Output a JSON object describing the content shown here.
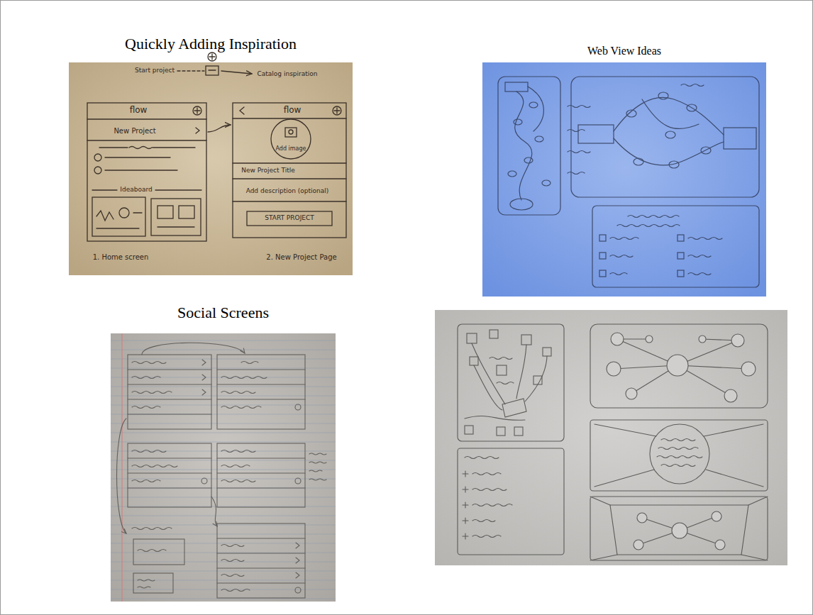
{
  "diagram": {
    "nodes": [
      {
        "text": [
          "Quickly Adding Inspiration"
        ]
      },
      {
        "text": [
          "Web View Ideas"
        ]
      },
      {
        "text": [
          "Social Screens"
        ]
      }
    ],
    "labels": [
      "Start project",
      "Catalog inspiration",
      "flow",
      "New Project",
      "Ideaboard",
      "1. Home screen",
      "flow",
      "Add image",
      "New Project Title",
      "Add description (optional)",
      "START PROJECT",
      "2. New Project Page"
    ]
  }
}
